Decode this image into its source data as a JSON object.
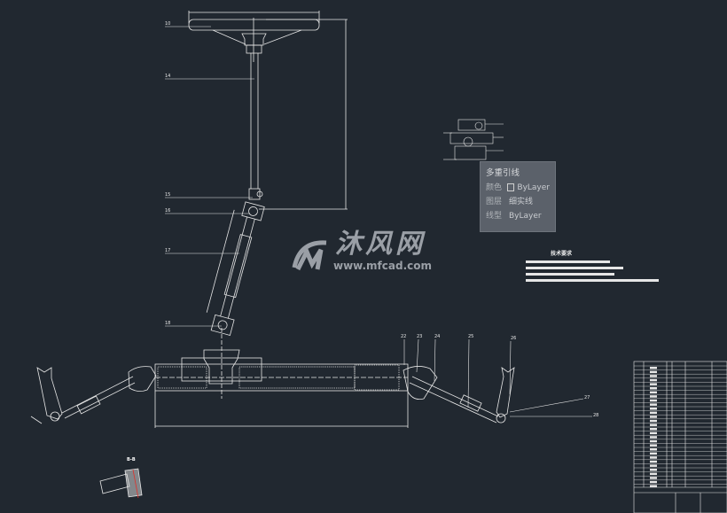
{
  "drawing": {
    "background": "#212830",
    "line_color": "#e6e6e6",
    "callouts": {
      "c10": "10",
      "c14": "14",
      "c15": "15",
      "c16": "16",
      "c17": "17",
      "c18": "18",
      "c22": "22",
      "c23": "23",
      "c24": "24",
      "c25": "25",
      "c26": "26",
      "c27": "27",
      "c28": "28"
    },
    "section_label": "B-B",
    "tech_requirements_title": "技术要求"
  },
  "tooltip": {
    "title": "多重引线",
    "rows": [
      {
        "key": "颜色",
        "value": "ByLayer",
        "swatch": true
      },
      {
        "key": "图层",
        "value": "细实线"
      },
      {
        "key": "线型",
        "value": "ByLayer"
      }
    ]
  },
  "watermark": {
    "name": "沐风网",
    "url": "www.mfcad.com"
  }
}
